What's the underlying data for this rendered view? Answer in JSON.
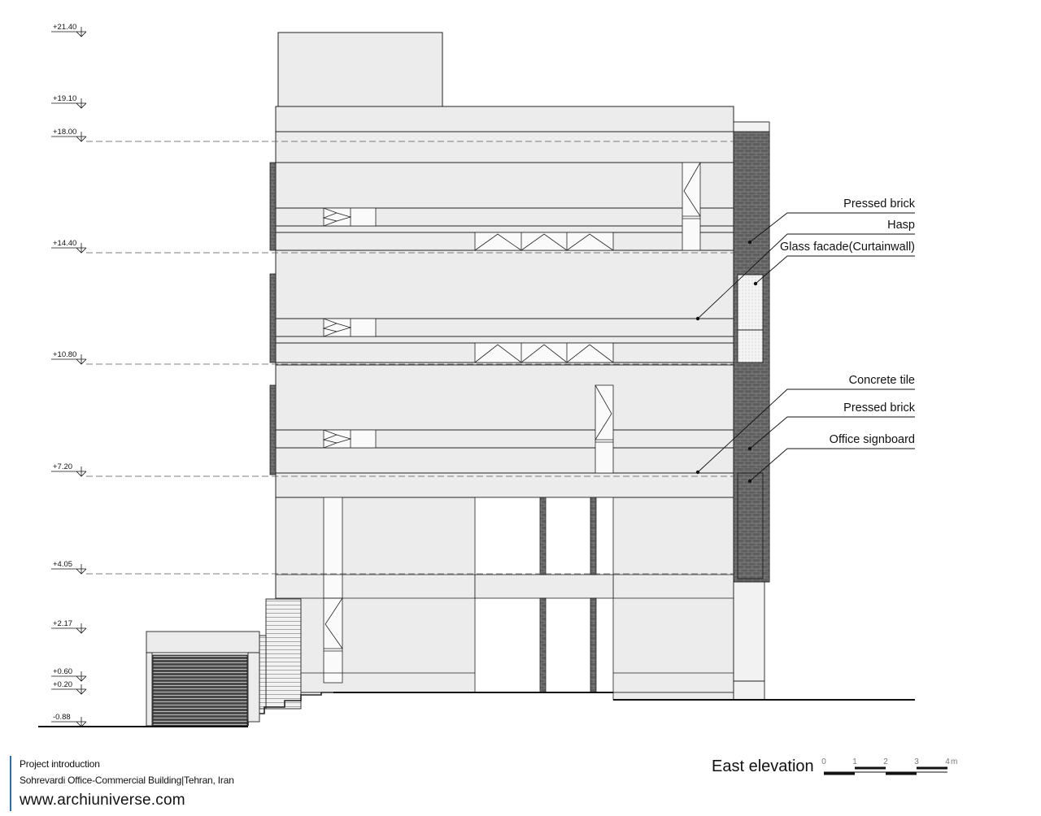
{
  "levels": [
    "+21.40",
    "+19.10",
    "+18.00",
    "+14.40",
    "+10.80",
    "+7.20",
    "+4.05",
    "+2.17",
    "+0.60",
    "+0.20",
    "-0.88"
  ],
  "annotations": [
    "Pressed brick",
    "Hasp",
    "Glass facade(Curtainwall)",
    "Concrete tile",
    "Pressed brick",
    "Office signboard"
  ],
  "drawing_title": "East elevation",
  "scale_bar": {
    "ticks": [
      "0",
      "1",
      "2",
      "3",
      "4"
    ],
    "unit": "m"
  },
  "footer": {
    "heading": "Project introduction",
    "project": "Sohrevardi Office-Commercial Building|Tehran, Iran",
    "url": "www.archiuniverse.com"
  },
  "colors": {
    "brick": "#666666",
    "facade": "#ececec",
    "glass": "#f3f3f3",
    "accent": "#2f6db3"
  }
}
